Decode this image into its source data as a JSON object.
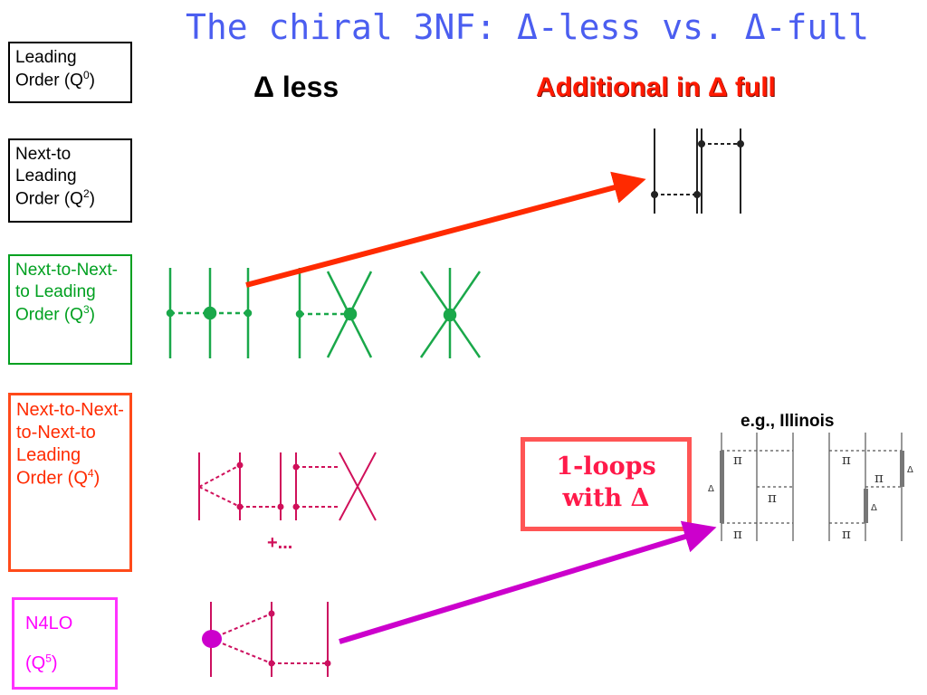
{
  "title": "The chiral 3NF: Δ-less vs. Δ-full",
  "columns": {
    "delta_less": "Δ less",
    "delta_full": "Additional in Δ full"
  },
  "orders": [
    {
      "label": "Leading Order (Q",
      "power": "0",
      "close": ")"
    },
    {
      "label": "Next-to Leading Order (Q",
      "power": "2",
      "close": ")"
    },
    {
      "label": "Next-to-Next-to Leading Order (Q",
      "power": "3",
      "close": ")"
    },
    {
      "label": "Next-to-Next-to-Next-to Leading Order (Q",
      "power": "4",
      "close": ")"
    },
    {
      "label_line1": "N4LO",
      "label_line2": "(Q",
      "power": "5",
      "close": ")"
    }
  ],
  "loop_box": {
    "line1": "1-loops",
    "line2": "with Δ"
  },
  "example_label": "e.g., Illinois",
  "plus_more": "+...",
  "illinois_symbols": {
    "pi": "π",
    "delta": "Δ"
  },
  "colors": {
    "title": "#4b5ef0",
    "n2lo": "#00a020",
    "n3lo": "#d0105a",
    "n4lo": "#cc00cc",
    "arrow_red": "#ff2a00",
    "arrow_magenta": "#cc00cc"
  }
}
